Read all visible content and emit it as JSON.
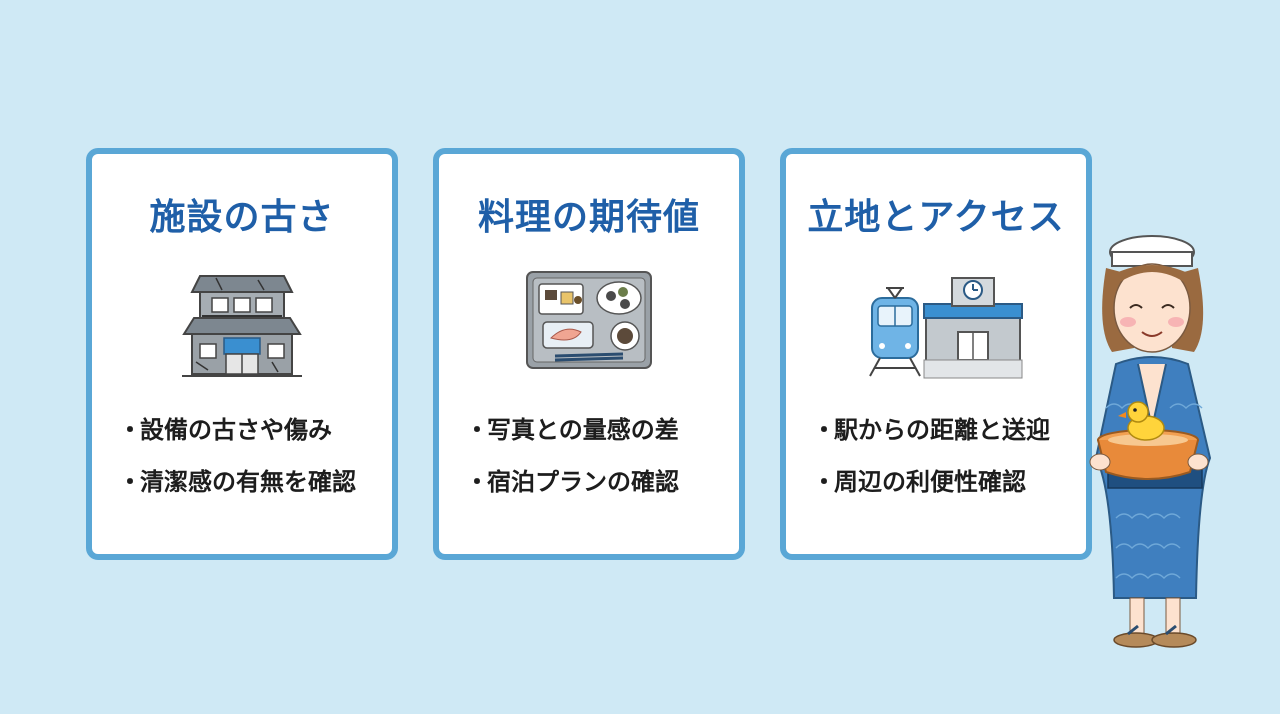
{
  "cards": [
    {
      "title": "施設の古さ",
      "icon": "old-building-icon",
      "bullets": [
        "設備の古さや傷み",
        "清潔感の有無を確認"
      ]
    },
    {
      "title": "料理の期待値",
      "icon": "meal-tray-icon",
      "bullets": [
        "写真との量感の差",
        "宿泊プランの確認"
      ]
    },
    {
      "title": "立地とアクセス",
      "icon": "train-station-icon",
      "bullets": [
        "駅からの距離と送迎",
        "周辺の利便性確認"
      ]
    }
  ],
  "bullet_symbol": "・",
  "colors": {
    "background": "#cfe9f5",
    "card_border": "#5aa7d6",
    "title": "#1f5fa8",
    "body_text": "#1d1d1d"
  },
  "character": {
    "icon": "yukata-woman-with-rubber-duck-icon"
  }
}
